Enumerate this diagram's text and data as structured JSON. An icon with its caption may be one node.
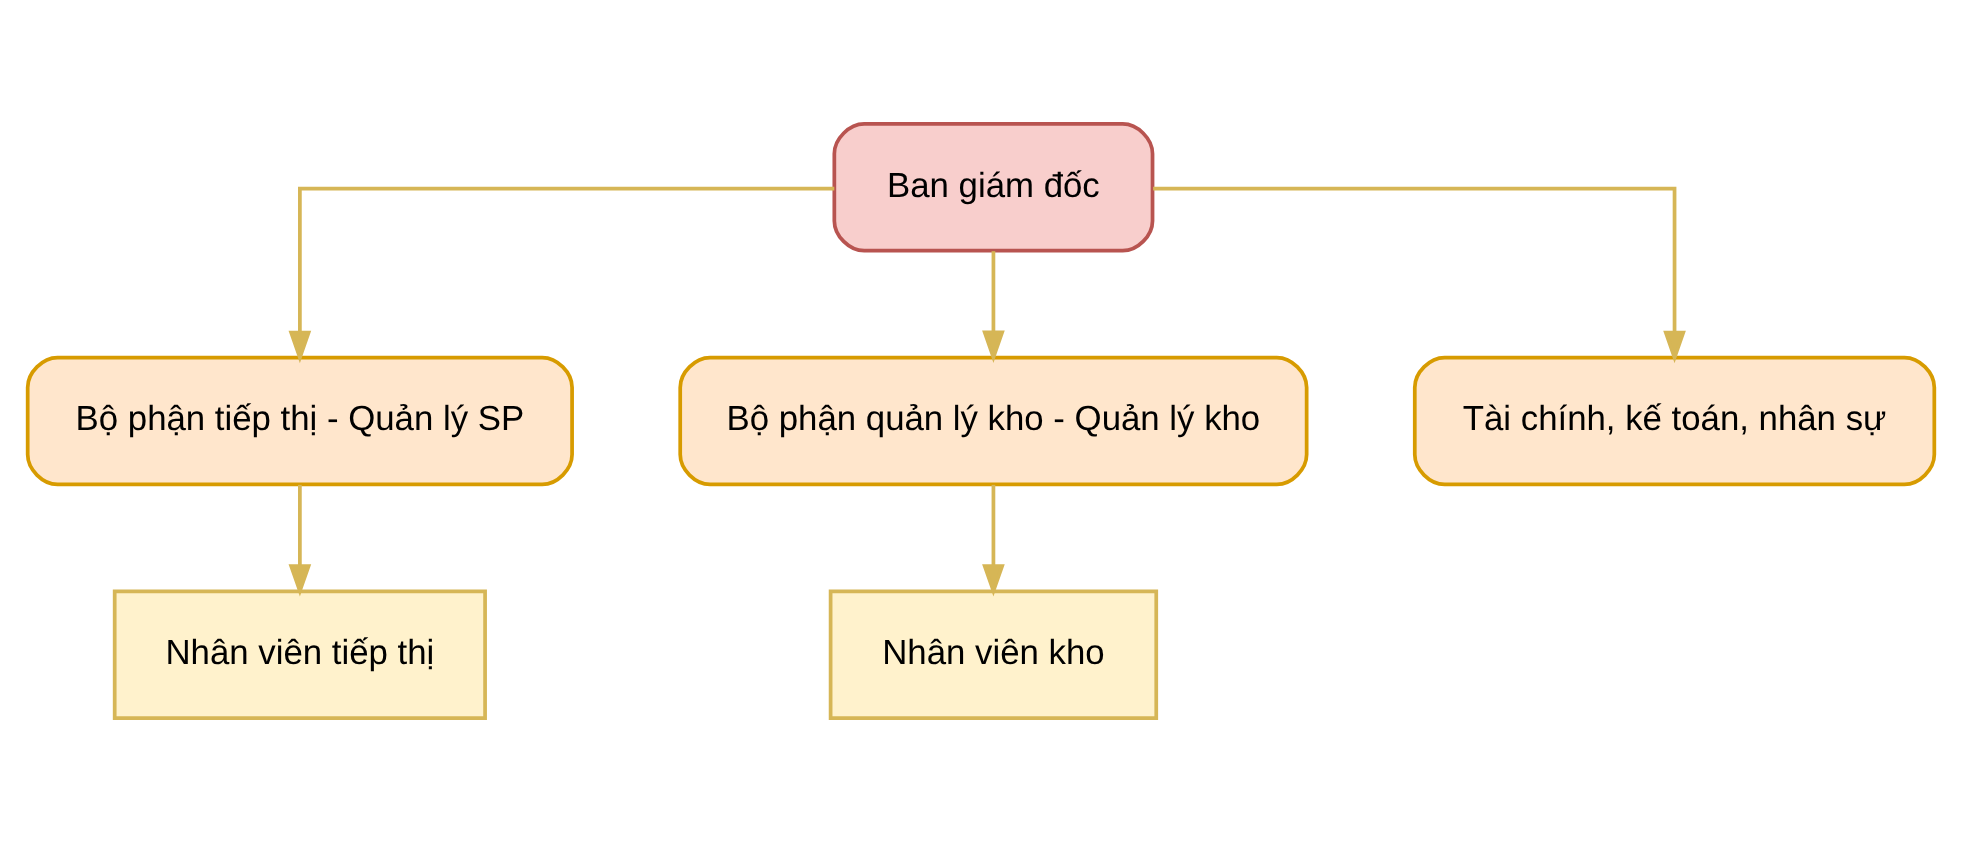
{
  "diagram": {
    "nodes": [
      {
        "text": [
          "Ban giám đốc"
        ]
      },
      {
        "text": [
          "Bộ phận tiếp thị - Quản lý SP"
        ]
      },
      {
        "text": [
          "Bộ phận quản lý kho - Quản lý kho"
        ]
      },
      {
        "text": [
          "Tài chính, kế toán, nhân sự"
        ]
      },
      {
        "text": [
          "Nhân viên tiếp thị"
        ]
      },
      {
        "text": [
          "Nhân viên kho"
        ]
      }
    ],
    "edges": [
      {
        "from": 0,
        "to": 1,
        "arrow": "to"
      },
      {
        "from": 0,
        "to": 2,
        "arrow": "to"
      },
      {
        "from": 0,
        "to": 3,
        "arrow": "to"
      },
      {
        "from": 1,
        "to": 4,
        "arrow": "to"
      },
      {
        "from": 2,
        "to": 5,
        "arrow": "to"
      }
    ]
  }
}
